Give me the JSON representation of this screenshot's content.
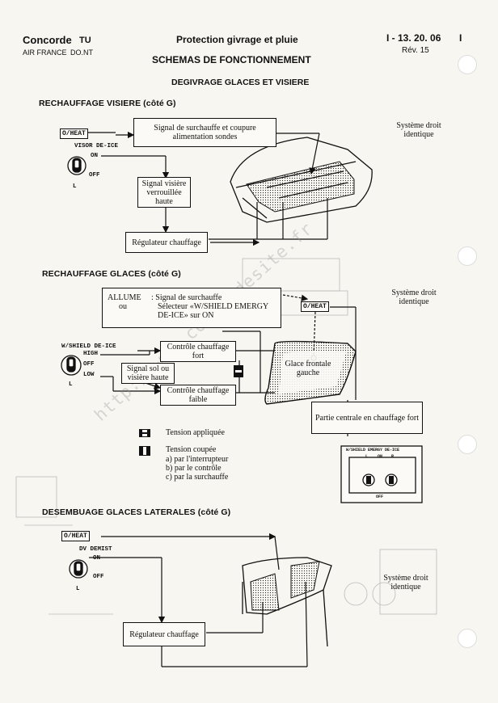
{
  "header": {
    "aircraft": "Concorde",
    "aircraft_type": "TU",
    "operator": "AIR FRANCE",
    "dept": "DO.NT",
    "subject": "Protection givrage et pluie",
    "ref": "I - 13. 20. 06",
    "marker": "I",
    "revision": "Rév. 15",
    "title": "SCHEMAS DE FONCTIONNEMENT",
    "subtitle": "DEGIVRAGE GLACES ET VISIERE"
  },
  "section1": {
    "title": "RECHAUFFAGE VISIERE (côté G)",
    "oheat": "O/HEAT",
    "switch_label": "VISOR DE-ICE",
    "pos_on": "ON",
    "pos_off": "OFF",
    "pos_l": "L",
    "box_overheat": "Signal de surchauffe et coupure alimentation sondes",
    "box_locked": "Signal visière verrouillée haute",
    "box_regulator": "Régulateur chauffage",
    "note_right": "Système droit identique"
  },
  "section2": {
    "title": "RECHAUFFAGE GLACES (côté G)",
    "allume": "ALLUME",
    "ou": "ou",
    "allume_line1": ": Signal de surchauffe",
    "allume_line2": "Sélecteur «W/SHIELD EMERGY",
    "allume_line3": "DE-ICE» sur ON",
    "oheat": "O/HEAT",
    "note_right": "Système droit identique",
    "switch_label": "W/SHIELD DE-ICE",
    "pos_high": "HIGH",
    "pos_off": "OFF",
    "pos_low": "LOW",
    "pos_l": "L",
    "box_ctrl_strong": "Contrôle chauffage fort",
    "box_ground": "Signal sol ou visière haute",
    "box_ctrl_weak": "Contrôle chauffage faible",
    "box_glass": "Glace frontale gauche",
    "box_center": "Partie centrale en chauffage fort",
    "legend_applied": "Tension appliquée",
    "legend_cut": "Tension coupée",
    "legend_a": "a) par l'interrupteur",
    "legend_b": "b) par le contrôle",
    "legend_c": "c) par la surchauffe",
    "panel_title": "W/SHIELD EMERGY DE-ICE",
    "panel_l": "L",
    "panel_on": "ON",
    "panel_r": "R",
    "panel_off": "OFF"
  },
  "section3": {
    "title": "DESEMBUAGE GLACES LATERALES (côté G)",
    "oheat": "O/HEAT",
    "switch_label": "DV DEMIST",
    "pos_on": "ON",
    "pos_off": "OFF",
    "pos_l": "L",
    "box_regulator": "Régulateur chauffage",
    "note_right": "Système droit identique"
  },
  "watermark": "http://www.concordesite.fr"
}
